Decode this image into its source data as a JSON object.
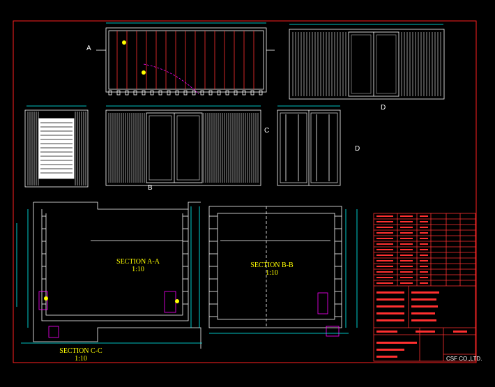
{
  "view_labels": {
    "a_left": "A",
    "b_bottom": "B",
    "c_right": "C",
    "d_right": "D",
    "d_bottom": "D"
  },
  "sections": {
    "aa_title": "SECTION A-A",
    "aa_scale": "1:10",
    "bb_title": "SECTION B-B",
    "bb_scale": "1:10",
    "cc_title": "SECTION C-C",
    "cc_scale": "1:10"
  },
  "title_block": {
    "company": "CSF CO.,LTD."
  },
  "colors": {
    "border": "#ff2020",
    "drawing": "#ffffff",
    "accent_red": "#ff3030",
    "dimension": "#00ffff",
    "text_yellow": "#ffff00",
    "magenta": "#ff00ff"
  }
}
